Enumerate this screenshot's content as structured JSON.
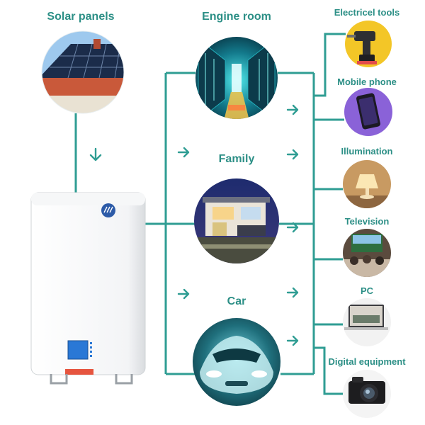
{
  "colors": {
    "accent": "#2f9d93",
    "label": "#2c8f86"
  },
  "sources": {
    "solar_panels": "Solar panels",
    "engine_room": "Engine room",
    "family": "Family",
    "car": "Car"
  },
  "devices": {
    "electric_tools": "Electricel tools",
    "mobile_phone": "Mobile phone",
    "illumination": "Illumination",
    "television": "Television",
    "pc": "PC",
    "digital_equipment": "Digital equipment"
  }
}
